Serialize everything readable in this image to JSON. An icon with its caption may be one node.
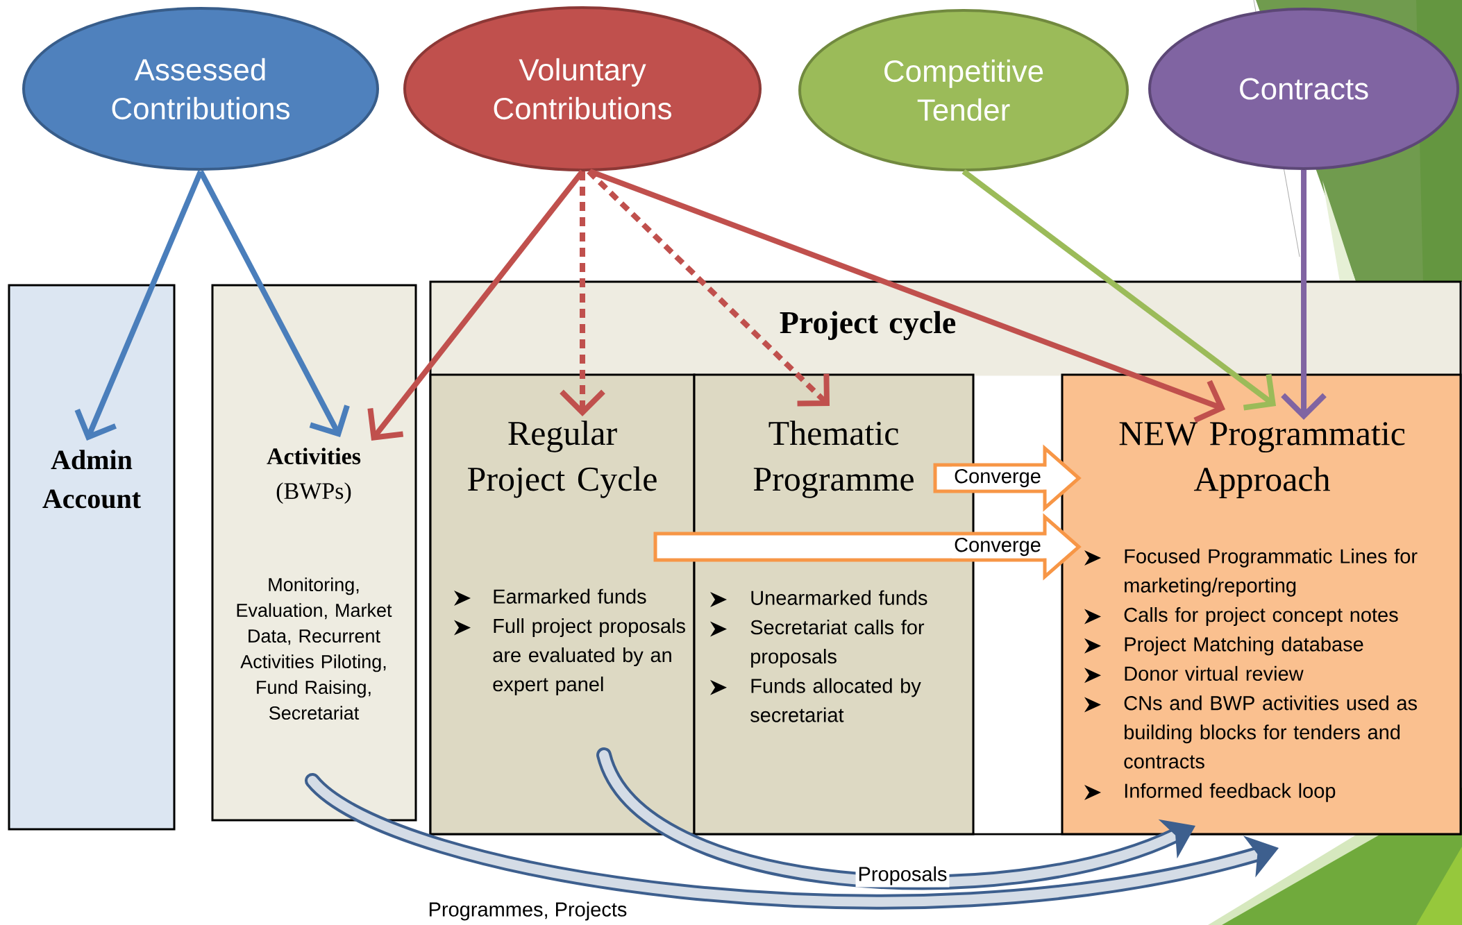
{
  "diagram": {
    "nodes": [
      {
        "text": [
          "Assessed Contributions"
        ]
      },
      {
        "text": [
          "Voluntary Contributions"
        ]
      },
      {
        "text": [
          "Competitive Tender"
        ]
      },
      {
        "text": [
          "Contracts"
        ]
      },
      {
        "text": [
          "Admin Account"
        ]
      },
      {
        "text": [
          "**Activities** (BWPs)",
          "Monitoring, Evaluation, Market Data, Recurrent Activities Piloting, Fund Raising, Secretariat"
        ]
      },
      {
        "text": [
          "Project cycle"
        ]
      },
      {
        "text": [
          "Regular Project Cycle",
          "Earmarked funds",
          "Full project proposals are evaluated by an expert panel"
        ],
        "in": 6
      },
      {
        "text": [
          "Thematic Programme",
          "Unearmarked funds",
          "Secretariat calls for proposals",
          "Funds allocated by secretariat"
        ],
        "in": 6
      },
      {
        "text": [
          "NEW Programmatic Approach",
          "Focused Programmatic Lines for marketing/reporting",
          "Calls for project concept notes",
          "Project Matching database",
          "Donor virtual review",
          "CNs and BWP activities used as building blocks for tenders and contracts",
          "Informed feedback loop"
        ],
        "in": 6
      }
    ],
    "edges": [
      {
        "from": 0,
        "to": 4,
        "arrow": "to",
        "color": "#4a7ebb"
      },
      {
        "from": 0,
        "to": 5,
        "arrow": "to",
        "color": "#4a7ebb"
      },
      {
        "from": 1,
        "to": 5,
        "arrow": "to"
      },
      {
        "from": 1,
        "to": 7,
        "arrow": "to",
        "style": "dashed"
      },
      {
        "from": 1,
        "to": 8,
        "arrow": "to",
        "style": "dashed"
      },
      {
        "from": 1,
        "to": 9,
        "arrow": "to"
      },
      {
        "from": 2,
        "to": 9,
        "arrow": "to",
        "color": "#9bbb59"
      },
      {
        "from": 3,
        "to": 9,
        "arrow": "to",
        "color": "#8064a2"
      },
      {
        "from": 8,
        "to": 9,
        "arrow": "to",
        "label": "Converge",
        "style": "thick",
        "color": "#f79646"
      },
      {
        "from": 7,
        "to": 9,
        "arrow": "to",
        "label": "Converge",
        "style": "thick",
        "color": "#f79646"
      },
      {
        "from": 7,
        "to": 9,
        "arrow": "to",
        "label": "Proposals",
        "style": "thick",
        "color": "#3d5f8e"
      },
      {
        "from": 5,
        "to": 9,
        "arrow": "to",
        "label": "Programmes, Projects",
        "style": "thick",
        "color": "#3d5f8e"
      }
    ]
  }
}
